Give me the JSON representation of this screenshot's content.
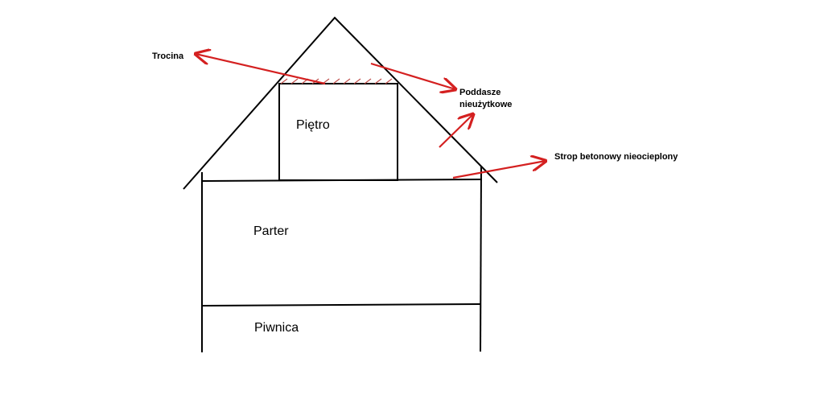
{
  "rooms": {
    "pietro": "Piętro",
    "parter": "Parter",
    "piwnica": "Piwnica"
  },
  "annotations": {
    "trocina": "Trocina",
    "poddasze_line1": "Poddasze",
    "poddasze_line2": "nieużytkowe",
    "strop": "Strop betonowy nieocieplony"
  },
  "colors": {
    "line": "#000000",
    "arrow": "#d42020",
    "sawdust": "#c0504d"
  }
}
